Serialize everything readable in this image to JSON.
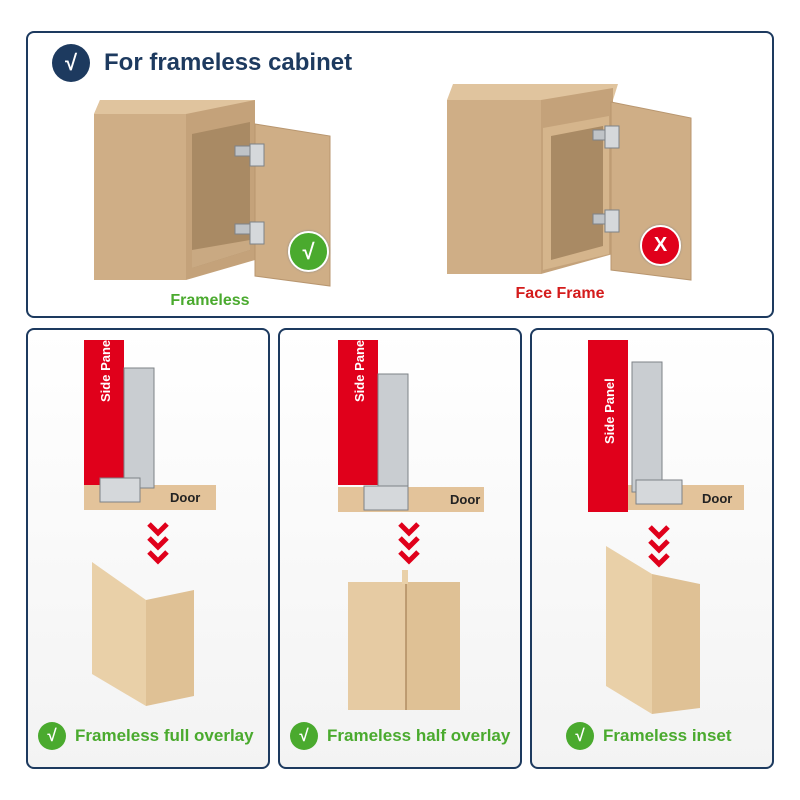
{
  "header": {
    "check_glyph": "√",
    "title": "For frameless cabinet"
  },
  "top_cabinets": {
    "left": {
      "caption": "Frameless",
      "status": "ok",
      "status_glyph": "√"
    },
    "right": {
      "caption": "Face Frame",
      "status": "bad",
      "status_glyph": "X"
    }
  },
  "diagram_labels": {
    "panel": "Side Panel",
    "door": "Door"
  },
  "types": [
    {
      "label": "Frameless full overlay",
      "check_glyph": "√"
    },
    {
      "label": "Frameless half overlay",
      "check_glyph": "√"
    },
    {
      "label": "Frameless inset",
      "check_glyph": "√"
    }
  ],
  "colors": {
    "navy": "#1d3a5f",
    "green": "#4aaa2e",
    "red": "#e0001b",
    "wood": "#d9b98f",
    "cabinet": "#cfae86",
    "door_wood": "#e6c9a0"
  },
  "icons": {
    "header": "check-icon",
    "arrows": "triple-chevron-down-icon",
    "hinge": "concealed-hinge-icon"
  }
}
